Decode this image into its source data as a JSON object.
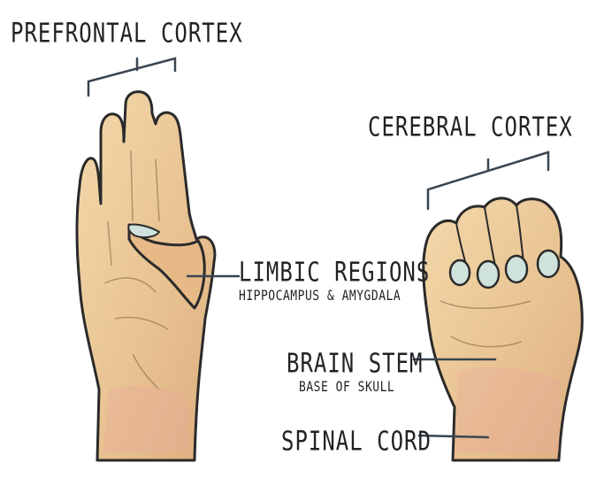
{
  "labels": {
    "prefrontal_cortex": "PREFRONTAL CORTEX",
    "cerebral_cortex": "CEREBRAL CORTEX",
    "limbic_regions": "LIMBIC REGIONS",
    "limbic_sub": "HIPPOCAMPUS & AMYGDALA",
    "brain_stem": "BRAIN STEM",
    "brain_stem_sub": "BASE OF SKULL",
    "spinal_cord": "SPINAL CORD"
  },
  "colors": {
    "skin": "#e9c48f",
    "skin_light": "#f2d6a8",
    "skin_shadow": "#d9a87a",
    "pink": "#e8a99a",
    "outline": "#2a2a2a",
    "nail": "#cfe3dc",
    "leader_line": "#3a4550"
  }
}
